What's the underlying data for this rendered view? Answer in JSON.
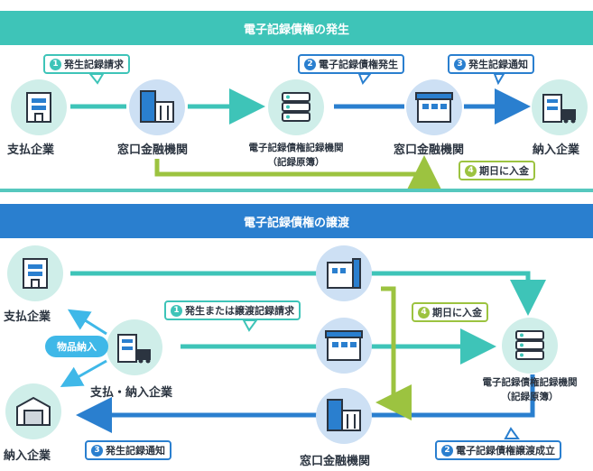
{
  "section1": {
    "title": "電子記録債権の発生",
    "nodes": {
      "payer": "支払企業",
      "bank": "窓口金融機関",
      "registry_line1": "電子記録債権記録機関",
      "registry_line2": "（記録原簿）",
      "bank2": "窓口金融機関",
      "receiver": "納入企業"
    },
    "steps": {
      "s1": {
        "num": "❶",
        "label": "発生記録請求"
      },
      "s2": {
        "num": "❷",
        "label": "電子記録債権発生"
      },
      "s3": {
        "num": "❸",
        "label": "発生記録通知"
      },
      "s4": {
        "num": "❹",
        "label": "期日に入金"
      }
    }
  },
  "section2": {
    "title": "電子記録債権の譲渡",
    "nodes": {
      "payer": "支払企業",
      "middle": "支払・納入企業",
      "receiver": "納入企業",
      "bank": "窓口金融機関",
      "registry_line1": "電子記録債権記録機関",
      "registry_line2": "（記録原簿）"
    },
    "goods_tag": "物品納入",
    "steps": {
      "s1": {
        "num": "❶",
        "label": "発生または譲渡記録請求"
      },
      "s2": {
        "num": "❷",
        "label": "電子記録債権譲渡成立"
      },
      "s3": {
        "num": "❸",
        "label": "発生記録通知"
      },
      "s4": {
        "num": "❹",
        "label": "期日に入金"
      }
    }
  },
  "colors": {
    "teal": "#3ec4b8",
    "blue": "#2a7fcf",
    "green": "#9cc340",
    "light_blue": "#3fb8e8"
  },
  "icons": [
    "office-building-icon",
    "bank-icon",
    "server-icon",
    "factory-truck-icon",
    "warehouse-icon"
  ]
}
